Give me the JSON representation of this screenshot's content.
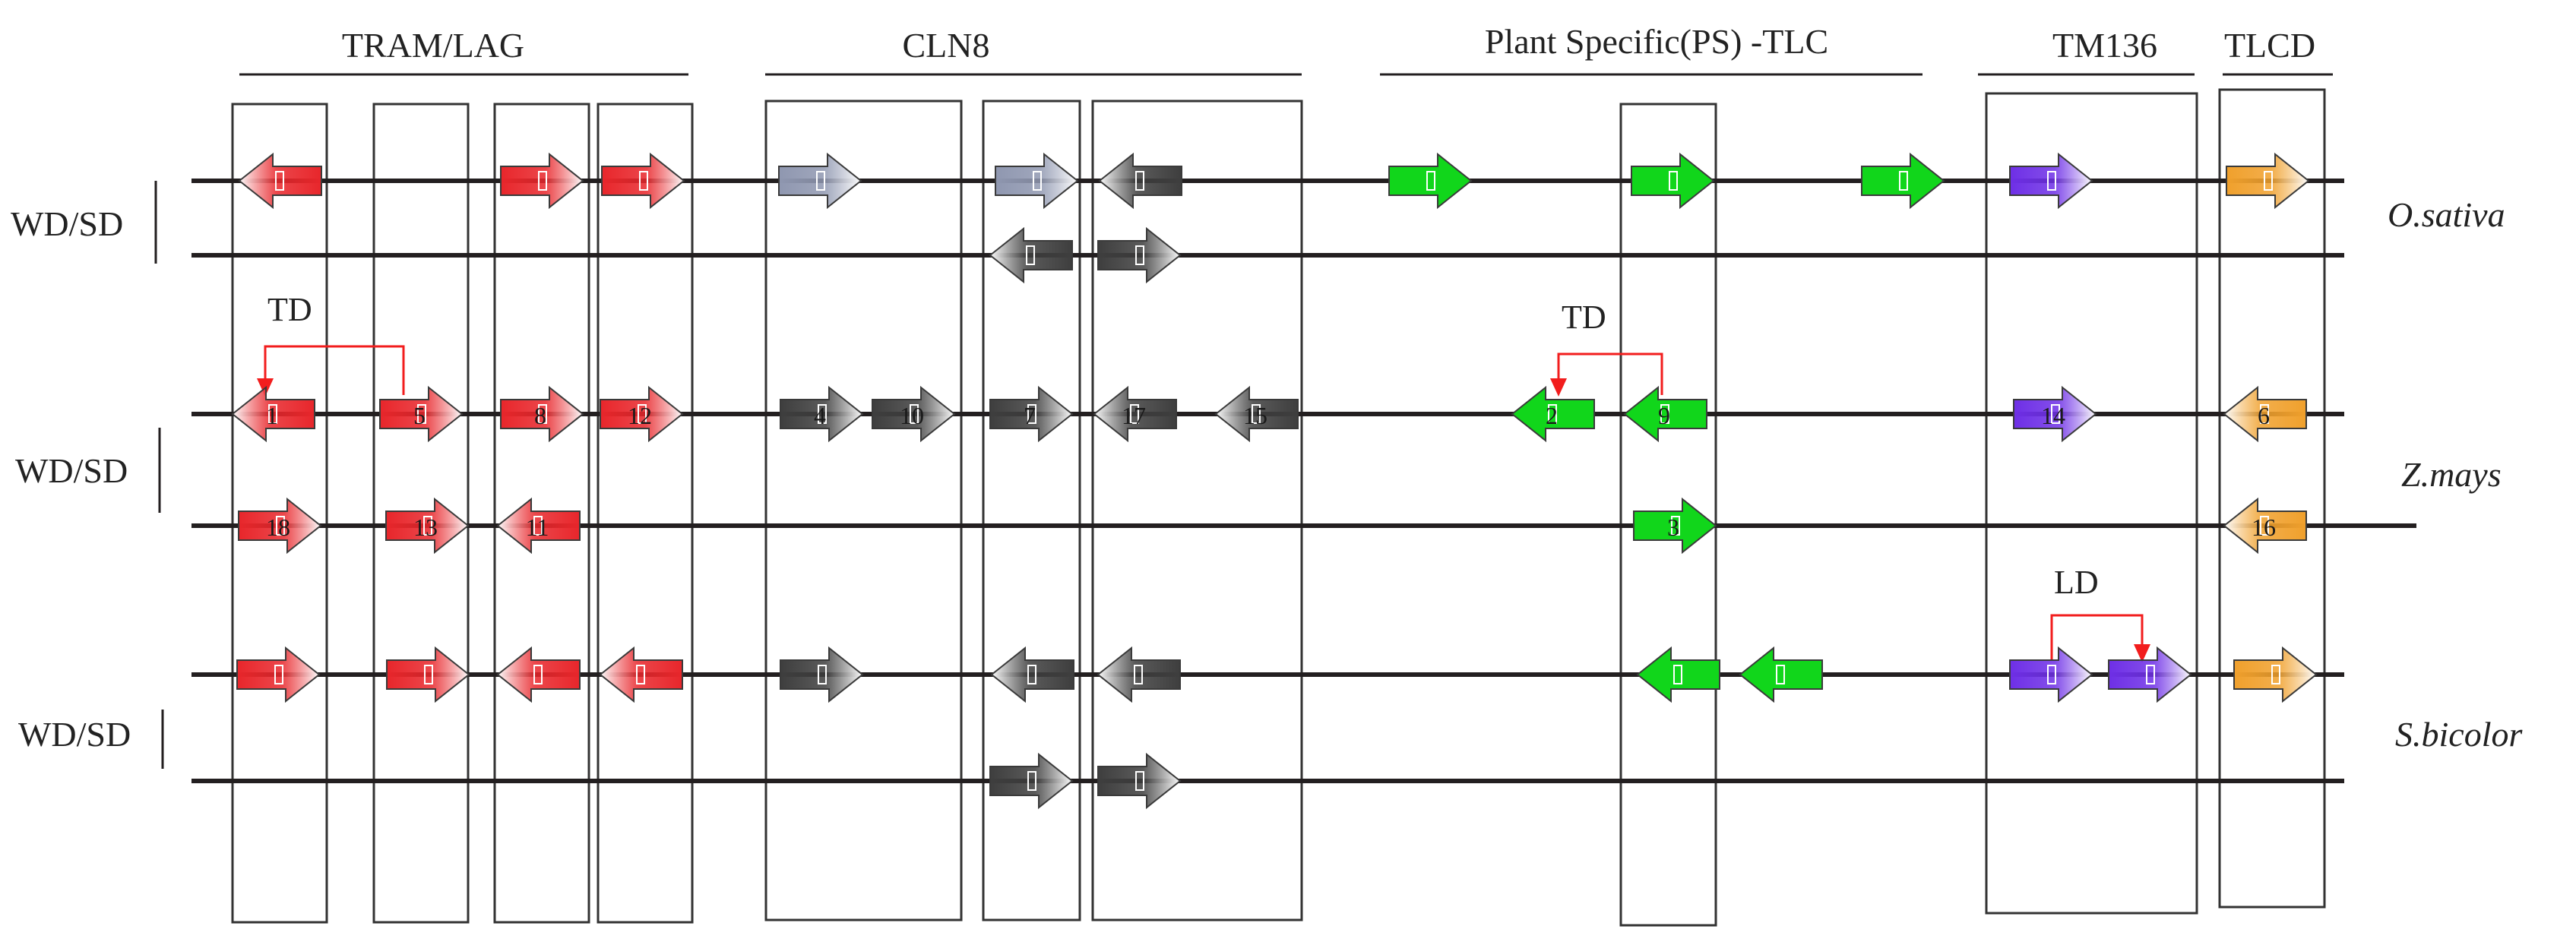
{
  "families": [
    {
      "key": "tram",
      "label": "TRAM/LAG",
      "color": "#e8262b"
    },
    {
      "key": "cln8",
      "label": "CLN8",
      "color": "#3e3e3e"
    },
    {
      "key": "ps",
      "label": "Plant Specific(PS) -TLC",
      "color": "#11d61b"
    },
    {
      "key": "tm136",
      "label": "TM136",
      "color": "#6e2fe6"
    },
    {
      "key": "tlcd",
      "label": "TLCD",
      "color": "#f0a02c"
    }
  ],
  "species": [
    {
      "name": "O.sativa",
      "bar_label": "WD/SD"
    },
    {
      "name": "Z.mays",
      "bar_label": "WD/SD"
    },
    {
      "name": "S.bicolor",
      "bar_label": "WD/SD"
    }
  ],
  "events": {
    "td": "TD",
    "ld": "LD"
  },
  "colors": {
    "cln8_light": "#8f97b0",
    "event_arrow": "#f21d1d",
    "line": "#231f20",
    "box": "#333333"
  },
  "genes": [
    {
      "name": "os-tram-1",
      "track": 0,
      "family": "tram",
      "dir": "left",
      "label": ""
    },
    {
      "name": "os-tram-2",
      "track": 0,
      "family": "tram",
      "dir": "right",
      "label": ""
    },
    {
      "name": "os-tram-3",
      "track": 0,
      "family": "tram",
      "dir": "right",
      "label": ""
    },
    {
      "name": "os-cln8-1",
      "track": 0,
      "family": "cln8",
      "dir": "right",
      "label": "",
      "tone": "light"
    },
    {
      "name": "os-cln8-2",
      "track": 0,
      "family": "cln8",
      "dir": "right",
      "label": "",
      "tone": "light"
    },
    {
      "name": "os-cln8-3",
      "track": 0,
      "family": "cln8",
      "dir": "left",
      "label": ""
    },
    {
      "name": "os-ps-1",
      "track": 0,
      "family": "ps",
      "dir": "right",
      "label": ""
    },
    {
      "name": "os-ps-2",
      "track": 0,
      "family": "ps",
      "dir": "right",
      "label": ""
    },
    {
      "name": "os-ps-3",
      "track": 0,
      "family": "ps",
      "dir": "right",
      "label": ""
    },
    {
      "name": "os-tm136-1",
      "track": 0,
      "family": "tm136",
      "dir": "right",
      "label": ""
    },
    {
      "name": "os-tlcd-1",
      "track": 0,
      "family": "tlcd",
      "dir": "right",
      "label": ""
    },
    {
      "name": "os2-cln8-1",
      "track": 1,
      "family": "cln8",
      "dir": "left",
      "label": ""
    },
    {
      "name": "os2-cln8-2",
      "track": 1,
      "family": "cln8",
      "dir": "right",
      "label": ""
    },
    {
      "name": "zm-tram-1",
      "track": 2,
      "family": "tram",
      "dir": "left",
      "label": "1"
    },
    {
      "name": "zm-tram-5",
      "track": 2,
      "family": "tram",
      "dir": "right",
      "label": "5"
    },
    {
      "name": "zm-tram-8",
      "track": 2,
      "family": "tram",
      "dir": "right",
      "label": "8"
    },
    {
      "name": "zm-tram-12",
      "track": 2,
      "family": "tram",
      "dir": "right",
      "label": "12"
    },
    {
      "name": "zm-cln8-4",
      "track": 2,
      "family": "cln8",
      "dir": "right",
      "label": "4"
    },
    {
      "name": "zm-cln8-10",
      "track": 2,
      "family": "cln8",
      "dir": "right",
      "label": "10"
    },
    {
      "name": "zm-cln8-7",
      "track": 2,
      "family": "cln8",
      "dir": "right",
      "label": "7"
    },
    {
      "name": "zm-cln8-17",
      "track": 2,
      "family": "cln8",
      "dir": "left",
      "label": "17"
    },
    {
      "name": "zm-cln8-15",
      "track": 2,
      "family": "cln8",
      "dir": "left",
      "label": "15"
    },
    {
      "name": "zm-ps-2",
      "track": 2,
      "family": "ps",
      "dir": "left",
      "label": "2"
    },
    {
      "name": "zm-ps-9",
      "track": 2,
      "family": "ps",
      "dir": "left",
      "label": "9"
    },
    {
      "name": "zm-tm136-14",
      "track": 2,
      "family": "tm136",
      "dir": "right",
      "label": "14"
    },
    {
      "name": "zm-tlcd-6",
      "track": 2,
      "family": "tlcd",
      "dir": "left",
      "label": "6"
    },
    {
      "name": "zm-tram-18",
      "track": 3,
      "family": "tram",
      "dir": "right",
      "label": "18"
    },
    {
      "name": "zm-tram-13",
      "track": 3,
      "family": "tram",
      "dir": "right",
      "label": "13"
    },
    {
      "name": "zm-tram-11",
      "track": 3,
      "family": "tram",
      "dir": "left",
      "label": "11"
    },
    {
      "name": "zm-ps-3",
      "track": 3,
      "family": "ps",
      "dir": "right",
      "label": "3"
    },
    {
      "name": "zm-tlcd-16",
      "track": 3,
      "family": "tlcd",
      "dir": "left",
      "label": "16"
    },
    {
      "name": "sb-tram-1",
      "track": 4,
      "family": "tram",
      "dir": "right",
      "label": ""
    },
    {
      "name": "sb-tram-2",
      "track": 4,
      "family": "tram",
      "dir": "right",
      "label": ""
    },
    {
      "name": "sb-tram-3",
      "track": 4,
      "family": "tram",
      "dir": "left",
      "label": ""
    },
    {
      "name": "sb-tram-4",
      "track": 4,
      "family": "tram",
      "dir": "left",
      "label": ""
    },
    {
      "name": "sb-cln8-1",
      "track": 4,
      "family": "cln8",
      "dir": "right",
      "label": ""
    },
    {
      "name": "sb-cln8-2",
      "track": 4,
      "family": "cln8",
      "dir": "left",
      "label": ""
    },
    {
      "name": "sb-cln8-3",
      "track": 4,
      "family": "cln8",
      "dir": "left",
      "label": ""
    },
    {
      "name": "sb-ps-1",
      "track": 4,
      "family": "ps",
      "dir": "left",
      "label": ""
    },
    {
      "name": "sb-ps-2",
      "track": 4,
      "family": "ps",
      "dir": "left",
      "label": ""
    },
    {
      "name": "sb-tm136-1",
      "track": 4,
      "family": "tm136",
      "dir": "right",
      "label": ""
    },
    {
      "name": "sb-tm136-2",
      "track": 4,
      "family": "tm136",
      "dir": "right",
      "label": ""
    },
    {
      "name": "sb-tlcd-1",
      "track": 4,
      "family": "tlcd",
      "dir": "right",
      "label": ""
    },
    {
      "name": "sb2-cln8-1",
      "track": 5,
      "family": "cln8",
      "dir": "right",
      "label": ""
    },
    {
      "name": "sb2-cln8-2",
      "track": 5,
      "family": "cln8",
      "dir": "right",
      "label": ""
    }
  ]
}
